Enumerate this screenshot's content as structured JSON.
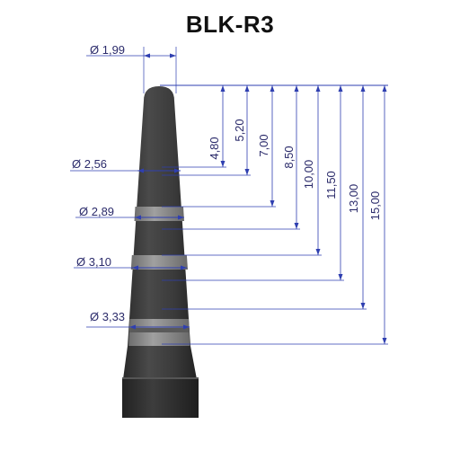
{
  "title": "BLK-R3",
  "colors": {
    "dimension": "#2f3fb0",
    "body": "#3a3a3a",
    "band": "#8c8c8c",
    "text": "#2b2b6b"
  },
  "diameters": [
    {
      "label": "Ø 1,99"
    },
    {
      "label": "Ø 2,56"
    },
    {
      "label": "Ø 2,89"
    },
    {
      "label": "Ø 3,10"
    },
    {
      "label": "Ø 3,33"
    }
  ],
  "lengths": [
    {
      "label": "4,80"
    },
    {
      "label": "5,20"
    },
    {
      "label": "7,00"
    },
    {
      "label": "8,50"
    },
    {
      "label": "10,00"
    },
    {
      "label": "11,50"
    },
    {
      "label": "13,00"
    },
    {
      "label": "15,00"
    }
  ]
}
